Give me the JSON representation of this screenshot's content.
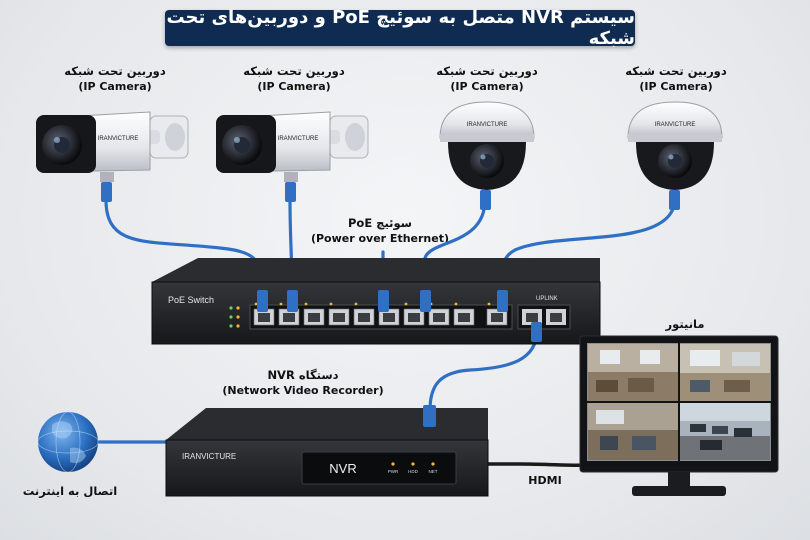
{
  "title": "سیستم NVR متصل به سوئیچ PoE و دوربین‌های تحت شبکه",
  "cameras": [
    {
      "label_fa": "دوربین تحت شبکه",
      "label_en": "(IP Camera)",
      "brand": "IRANVICTURE",
      "type": "bullet"
    },
    {
      "label_fa": "دوربین تحت شبکه",
      "label_en": "(IP Camera)",
      "brand": "IRANVICTURE",
      "type": "bullet"
    },
    {
      "label_fa": "دوربین تحت شبکه",
      "label_en": "(IP Camera)",
      "brand": "IRANVICTURE",
      "type": "dome"
    },
    {
      "label_fa": "دوربین تحت شبکه",
      "label_en": "(IP Camera)",
      "brand": "IRANVICTURE",
      "type": "dome"
    }
  ],
  "switch": {
    "label_fa": "سوئیچ PoE",
    "label_en": "(Power over Ethernet)",
    "name": "PoE Switch",
    "uplink": "UPLINK"
  },
  "nvr": {
    "label_fa": "دستگاه NVR",
    "label_en": "(Network Video Recorder)",
    "brand": "IRANVICTURE",
    "display": "NVR",
    "leds": [
      "PWR",
      "HDD",
      "NET"
    ]
  },
  "monitor": {
    "label_fa": "مانیتور"
  },
  "internet": {
    "label_fa": "اتصال به اینترنت"
  },
  "hdmi_label": "HDMI",
  "colors": {
    "title_bg": "#0f2b52",
    "cable": "#2f6fc4",
    "device": "#1e1f22"
  }
}
